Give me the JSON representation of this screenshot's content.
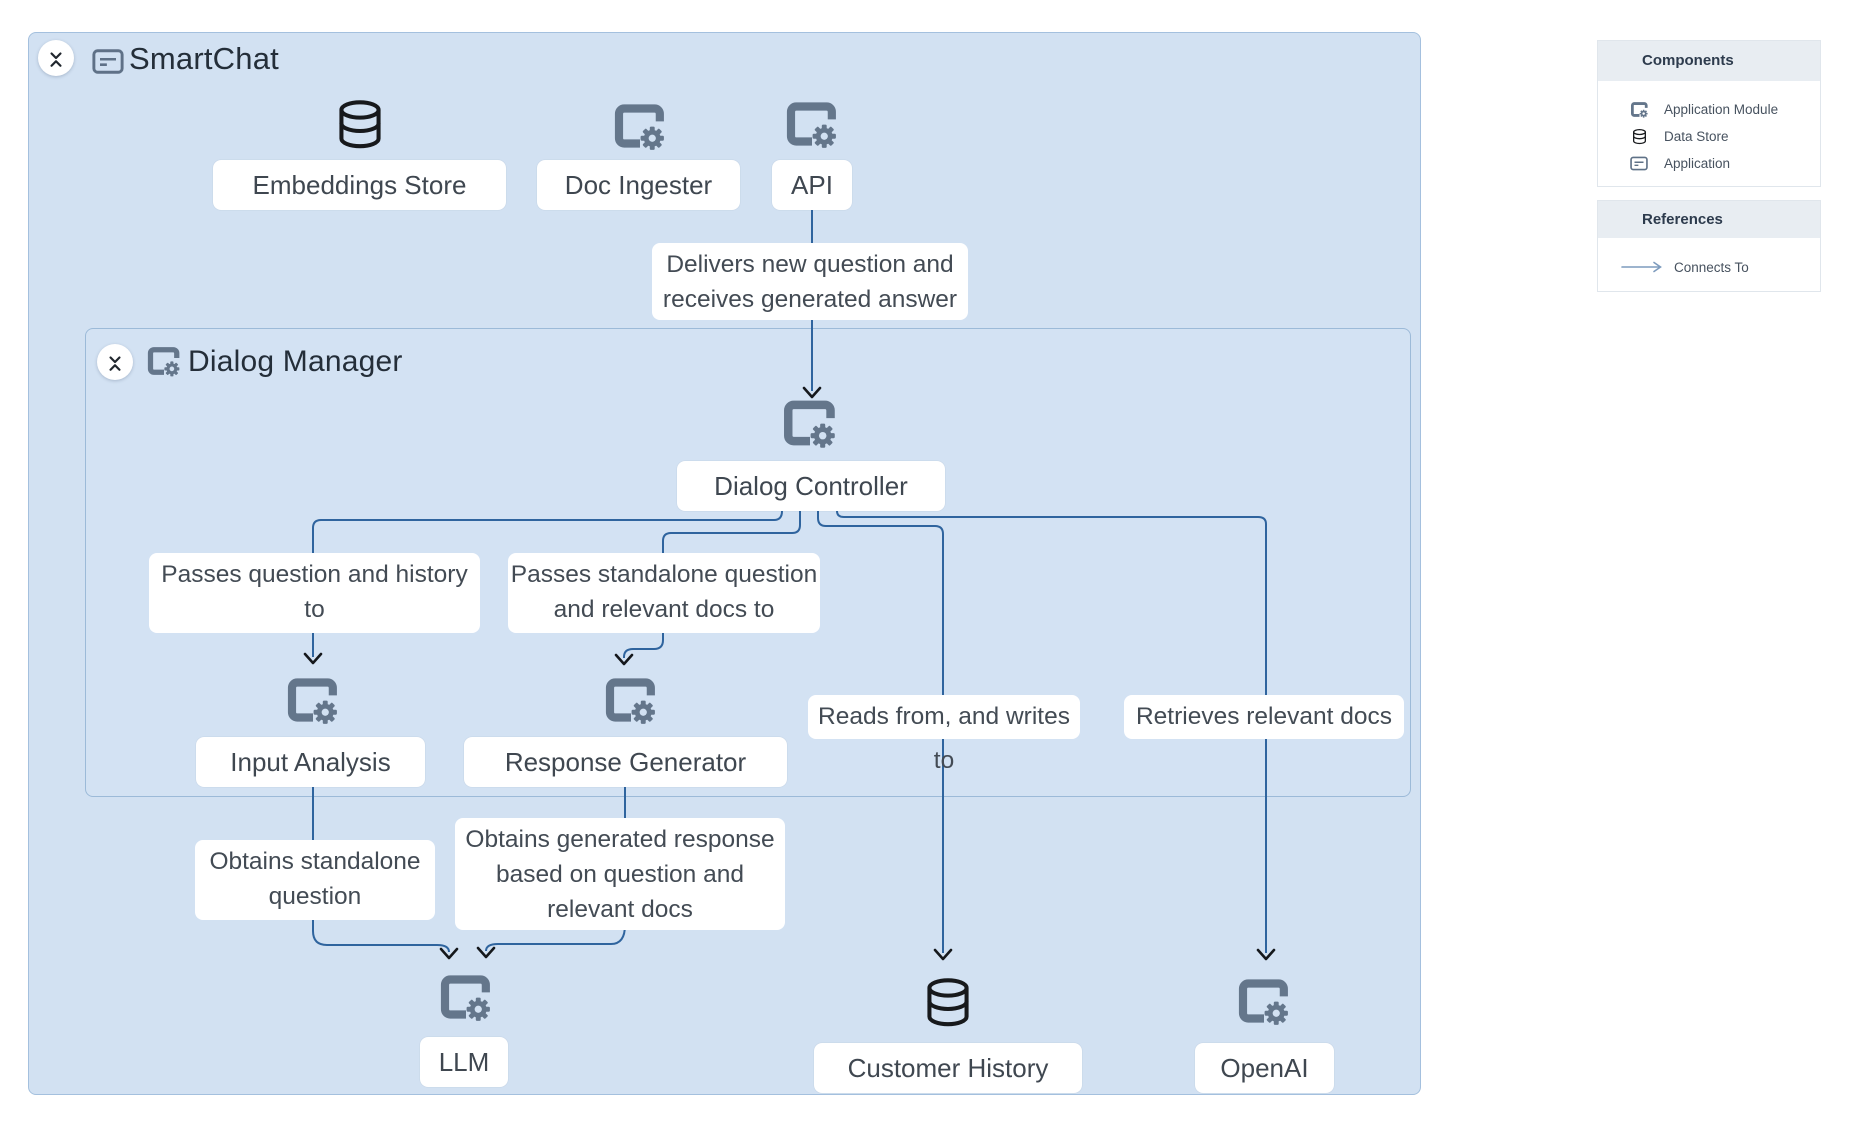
{
  "smartchat": {
    "title": "SmartChat"
  },
  "dialog_manager": {
    "title": "Dialog Manager"
  },
  "nodes": {
    "embeddings_store": {
      "label": "Embeddings Store",
      "icon": "data-store-icon"
    },
    "doc_ingester": {
      "label": "Doc Ingester",
      "icon": "application-module-icon"
    },
    "api": {
      "label": "API",
      "icon": "application-module-icon"
    },
    "dialog_controller": {
      "label": "Dialog Controller",
      "icon": "application-module-icon"
    },
    "input_analysis": {
      "label": "Input Analysis",
      "icon": "application-module-icon"
    },
    "response_generator": {
      "label": "Response Generator",
      "icon": "application-module-icon"
    },
    "llm": {
      "label": "LLM",
      "icon": "application-module-icon"
    },
    "customer_history": {
      "label": "Customer History",
      "icon": "data-store-icon"
    },
    "openai": {
      "label": "OpenAI",
      "icon": "application-module-icon"
    }
  },
  "edge_labels": {
    "api_to_controller": "Delivers new question and receives generated answer",
    "controller_to_input": "Passes question and history to",
    "controller_to_response": "Passes standalone question and relevant docs to",
    "controller_to_history": "Reads from, and writes to",
    "controller_to_openai": "Retrieves relevant docs",
    "input_to_llm": "Obtains standalone question",
    "response_to_llm": "Obtains generated response based on question and relevant docs"
  },
  "legend": {
    "components": {
      "title": "Components",
      "items": [
        {
          "icon": "application-module-icon",
          "label": "Application Module"
        },
        {
          "icon": "data-store-icon",
          "label": "Data Store"
        },
        {
          "icon": "application-icon",
          "label": "Application"
        }
      ]
    },
    "references": {
      "title": "References",
      "items": [
        {
          "icon": "connects-to-arrow",
          "label": "Connects To"
        }
      ]
    }
  },
  "colors": {
    "canvas_fill": "#d2e1f2",
    "canvas_border": "#a4c0de",
    "connector": "#2f649e",
    "arrowhead": "#15181c",
    "module_icon": "#64768b",
    "data_store_icon": "#17191c",
    "legend_header_bg": "#e8edf2",
    "legend_arrow": "#7d9bbd"
  }
}
